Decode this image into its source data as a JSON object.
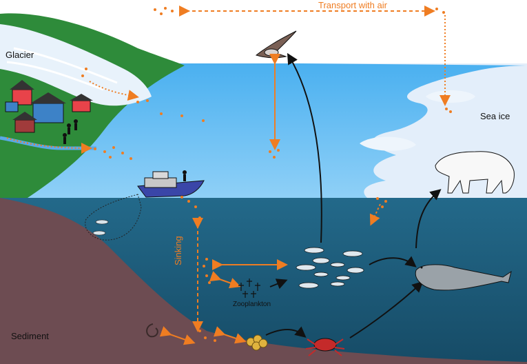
{
  "labels": {
    "transport": "Transport with air",
    "glacier": "Glacier",
    "sea_ice": "Sea ice",
    "sediment": "Sediment",
    "sinking": "Sinking",
    "zooplankton": "Zooplankton"
  },
  "colors": {
    "sky": "#ffffff",
    "air": "#5cb8f2",
    "ocean": "#1d5f7f",
    "seafloor": "#6d4c52",
    "land": "#2e8b3a",
    "glacier": "#e8f2fb",
    "sea_ice": "#e3eefa",
    "arrow_orange": "#ef7d22",
    "arrow_black": "#111111"
  },
  "icons": [
    "houses-icon",
    "people-icon",
    "fishing-boat-icon",
    "fishing-net-icon",
    "seabird-icon",
    "polar-bear-icon",
    "seal-icon",
    "fish-school-icon",
    "zooplankton-icon",
    "crab-icon",
    "mussel-cluster-icon",
    "worm-icon"
  ]
}
